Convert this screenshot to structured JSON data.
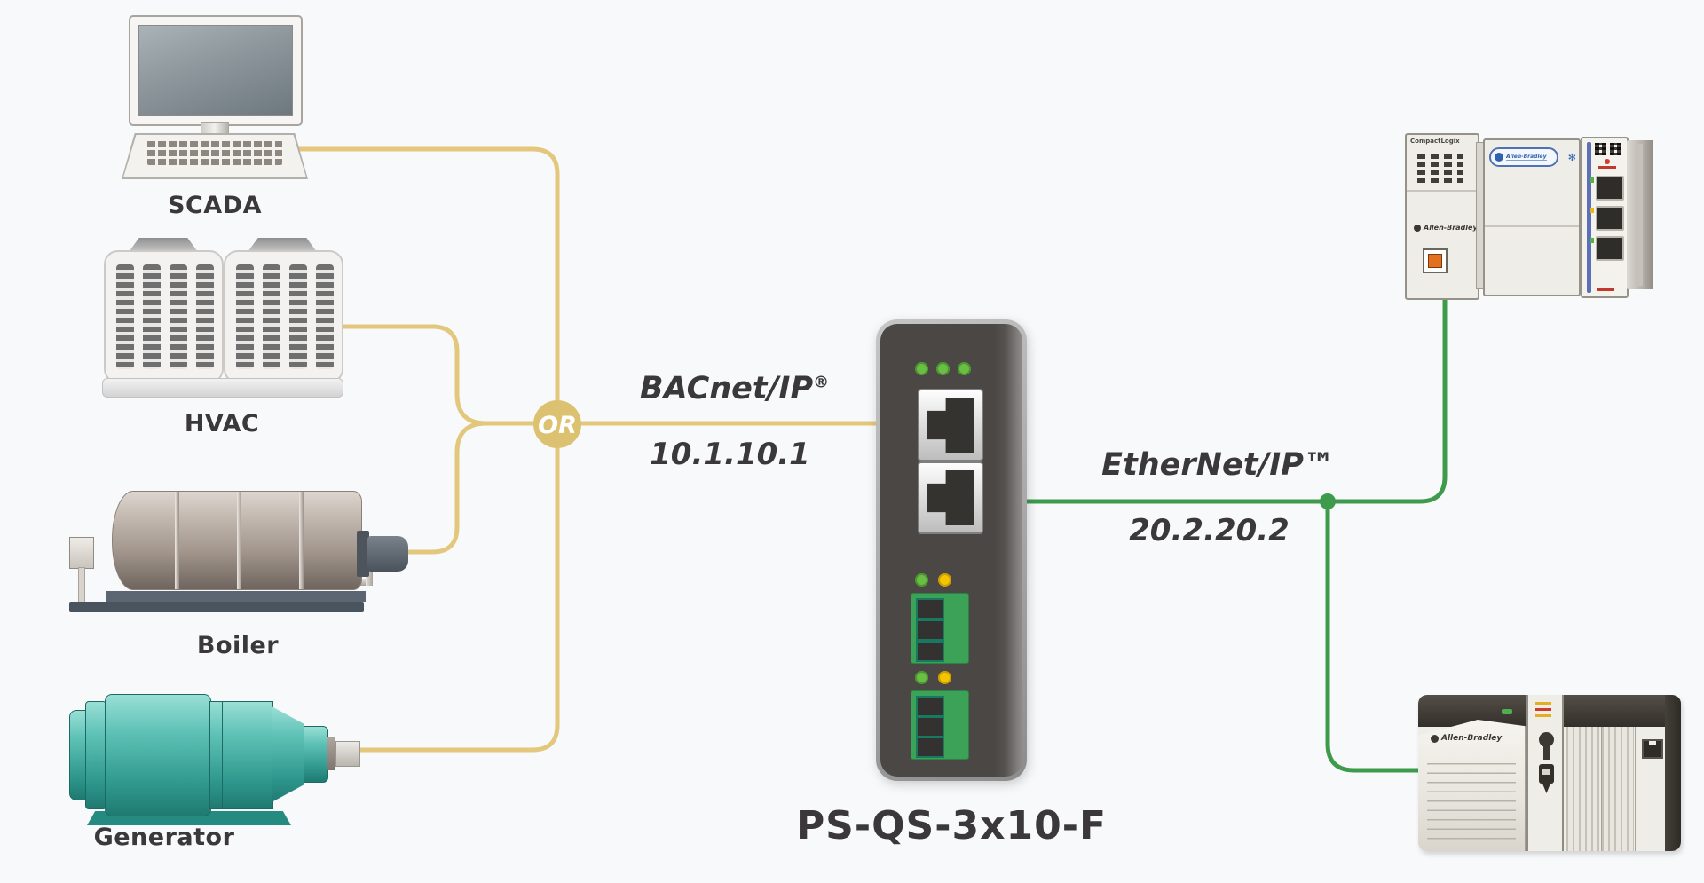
{
  "colors": {
    "bacnet_line": "#e3c77c",
    "or_fill": "#dcc170",
    "ethernet_line": "#3f9b4c",
    "text": "#3a383a"
  },
  "or_label": "OR",
  "devices": {
    "scada": {
      "label": "SCADA"
    },
    "hvac": {
      "label": "HVAC"
    },
    "boiler": {
      "label": "Boiler"
    },
    "generator": {
      "label": "Generator"
    },
    "gateway": {
      "model": "PS-QS-3x10-F"
    },
    "plc_top": {
      "header": "CompactLogix",
      "brand": "Allen-Bradley",
      "plate_brand": "Allen-Bradley"
    },
    "plc_bottom": {
      "brand": "Allen-Bradley"
    }
  },
  "networks": {
    "bacnet": {
      "protocol": "BACnet/IP",
      "mark": "®",
      "ip": "10.1.10.1"
    },
    "ethernet": {
      "protocol": "EtherNet/IP",
      "mark": "™",
      "ip": "20.2.20.2"
    }
  }
}
